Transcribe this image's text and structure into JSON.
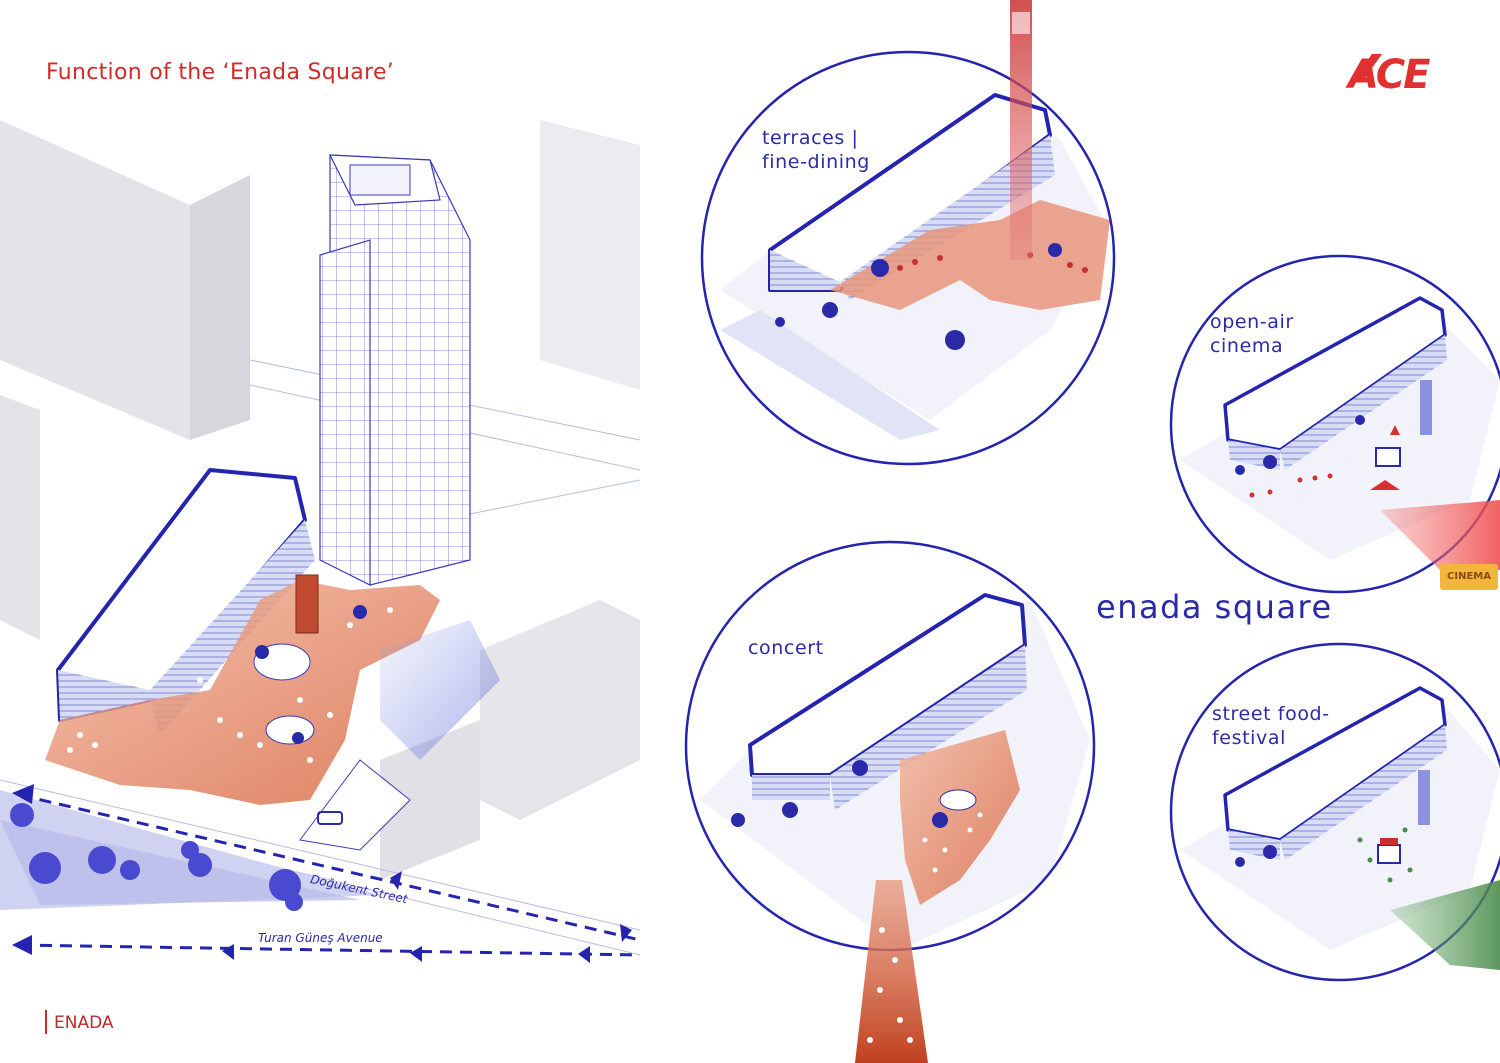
{
  "header": {
    "title": "Function of the ‘Enada Square’",
    "logo_text": "ACE"
  },
  "footer": {
    "label": "ENADA"
  },
  "main_plan": {
    "streets": [
      "Doğukent Street",
      "Turan Güneş Avenue"
    ]
  },
  "panels": [
    {
      "label_lines": [
        "terraces |",
        "fine-dining"
      ]
    },
    {
      "label_lines": [
        "open-air",
        "cinema"
      ]
    },
    {
      "label_lines": [
        "concert"
      ]
    },
    {
      "label_lines": [
        "street food-",
        "festival"
      ]
    }
  ],
  "project_name": "enada square",
  "badges": {
    "cinema": "CINEMA"
  },
  "colors": {
    "accent_red": "#d42a2a",
    "ink_blue": "#2a2aa8",
    "plaza_orange": "#e08060",
    "highlight_red": "#e04040",
    "highlight_green": "#5aa05a"
  }
}
